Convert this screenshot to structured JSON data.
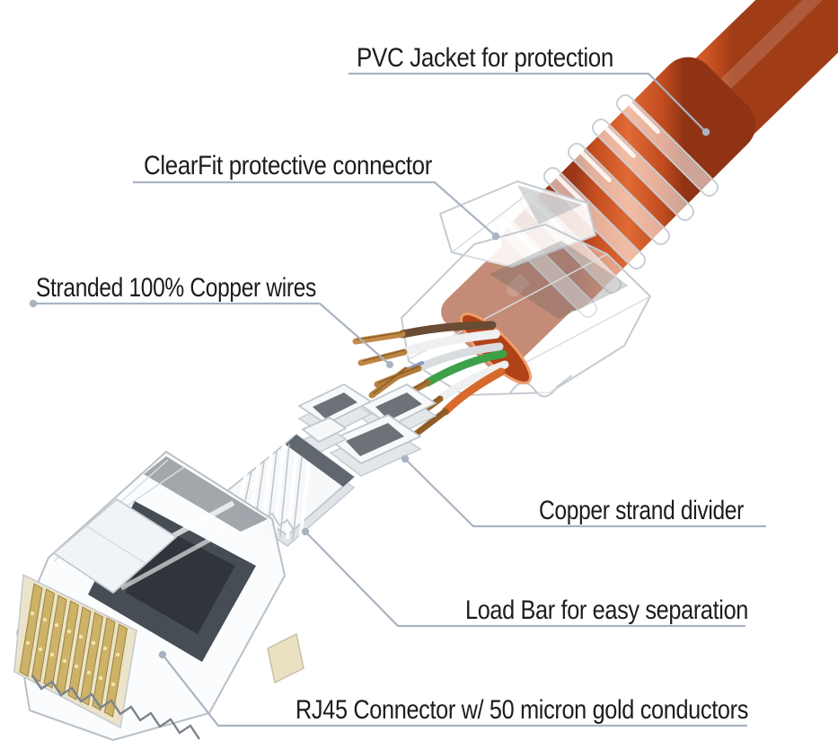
{
  "diagram": {
    "type": "product-callout-diagram",
    "subject": "Ethernet patch cable exploded view with RJ45 connector parts",
    "callouts": [
      {
        "id": "pvc-jacket",
        "text": "PVC Jacket for protection",
        "target": "cable-jacket"
      },
      {
        "id": "clearfit",
        "text": "ClearFit protective connector",
        "target": "clearfit-connector"
      },
      {
        "id": "copper-wires",
        "text": "Stranded 100% Copper wires",
        "target": "copper-wires"
      },
      {
        "id": "strand-divider",
        "text": "Copper strand divider",
        "target": "strand-divider"
      },
      {
        "id": "load-bar",
        "text": "Load Bar for easy separation",
        "target": "load-bar"
      },
      {
        "id": "rj45",
        "text": "RJ45 Connector w/ 50 micron gold conductors",
        "target": "rj45-connector"
      }
    ],
    "colors": {
      "cable_orange": "#d85c2a",
      "leader_line": "#a9b3c1",
      "label_text": "#1c1c1c",
      "gold_contacts": "#cdb268"
    }
  }
}
